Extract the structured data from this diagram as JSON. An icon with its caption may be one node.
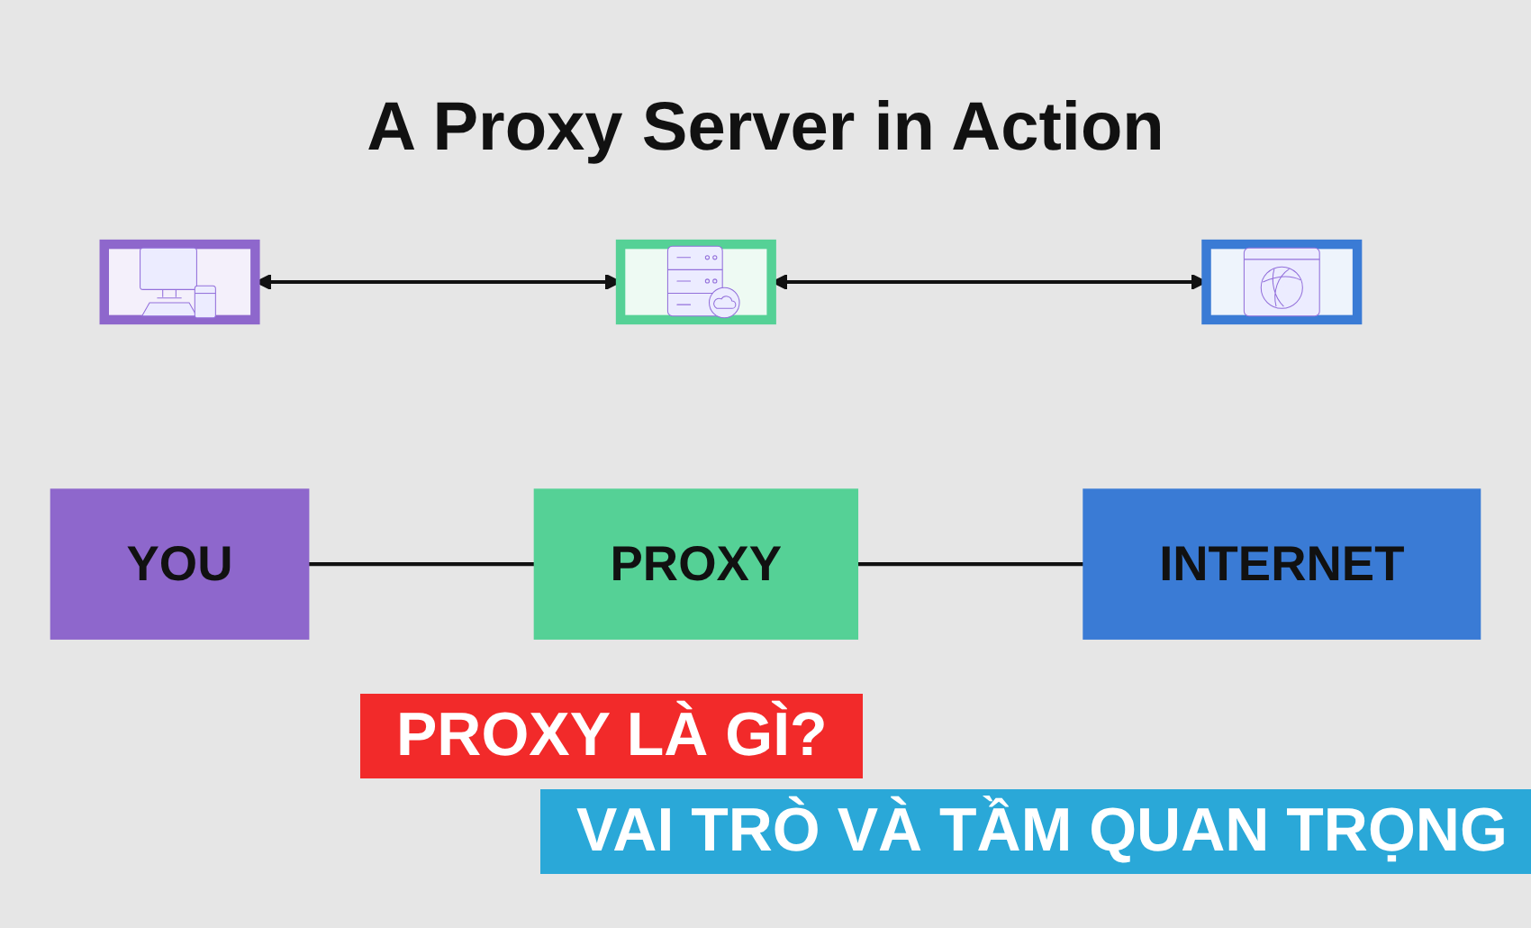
{
  "diagram": {
    "title": "A Proxy Server in Action",
    "nodes": [
      {
        "text": [],
        "shape": "picture"
      },
      {
        "text": [],
        "shape": "picture"
      },
      {
        "text": [],
        "shape": "picture"
      },
      {
        "text": [
          "YOU"
        ]
      },
      {
        "text": [
          "PROXY"
        ]
      },
      {
        "text": [
          "INTERNET"
        ]
      }
    ],
    "edges": [
      {
        "from": 0,
        "to": 1,
        "arrow": "both"
      },
      {
        "from": 1,
        "to": 2,
        "arrow": "both"
      },
      {
        "from": 3,
        "to": 4,
        "arrow": "none"
      },
      {
        "from": 4,
        "to": 5,
        "arrow": "none"
      }
    ],
    "labels": [
      "PROXY LÀ GÌ?",
      "VAI TRÒ VÀ TẦM QUAN TRỌNG"
    ]
  }
}
